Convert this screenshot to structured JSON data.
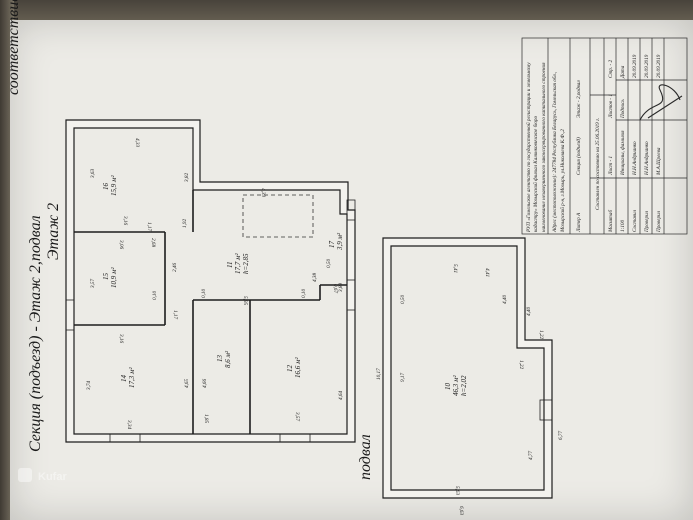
{
  "photo": {
    "watermark": "Kufar"
  },
  "plan": {
    "header_cut": "соответствие помещений капитального строения",
    "title_line1": "Секция (подъезд) -  Этаж 2,подвал",
    "title_line2": "Этаж 2",
    "basement_title": "подвал",
    "rooms": [
      {
        "id": "room-16",
        "num": "16",
        "area": "15,9 м²"
      },
      {
        "id": "room-15",
        "num": "15",
        "area": "10,9 м²"
      },
      {
        "id": "room-14",
        "num": "14",
        "area": "17,3 м²"
      },
      {
        "id": "room-13",
        "num": "13",
        "area": "8,6 м²"
      },
      {
        "id": "room-12",
        "num": "12",
        "area": "16,6 м²"
      },
      {
        "id": "room-11",
        "num": "11",
        "area": "17,7 м²",
        "h": "h=2,85"
      },
      {
        "id": "room-17",
        "num": "17",
        "area": "3,9 м²"
      },
      {
        "id": "room-10",
        "num": "10",
        "area": "46,3 м²",
        "h": "h=2,02"
      }
    ],
    "dims": {
      "d433a": "4,33",
      "d363": "3,63",
      "d382": "3,82",
      "d316a": "3,16",
      "d117a": "1,17",
      "d192": "1,92",
      "d433b": "4,33",
      "d268": "2,68",
      "d306": "3,06",
      "d357": "3,57",
      "d246": "2,46",
      "d010a": "0,10",
      "d010b": "0,10",
      "d010c": "0,10",
      "d595": "5,95",
      "d438": "4,38",
      "d389": "3,89",
      "d050": "0,50",
      "d067": "0,67",
      "d117b": "1,17",
      "d316b": "3,16",
      "d374": "3,74",
      "d465": "4,65",
      "d466": "4,66",
      "d185": "1,85",
      "d334": "3,34",
      "d357b": "3,57",
      "d464": "4,64",
      "d1017": "10,17",
      "d541": "5,41",
      "d441": "4,41",
      "d917": "9,17",
      "d440": "4,40",
      "d122a": "1,22",
      "d122b": "1,22",
      "d477": "4,77",
      "d563": "5,63",
      "d677": "6,77",
      "d663": "6,63",
      "d050b": "0,50",
      "d440b": "4,40"
    }
  },
  "stamp": {
    "org_line1": "РУП «Гомельское агентство по государственной регистрации и земельному",
    "org_line2": "кадастру» Мозырский филиал Калинковичское бюро",
    "object_line": "наименование незавершенного законсервированного капитального строения",
    "address_label": "Адрес (местоположение): 247784 Республика Беларусь, Гомельская обл.,",
    "address_line2": "Мозырский р-н, г.Мозырь, ул.Николаева К.Ф.,2",
    "liter": "Литер А",
    "section": "Секция (подъезд)",
    "floor": "Этаж - 2,подвал",
    "state": "Составлен по состоянию на 25.06.2019 г.",
    "scale_label": "Масштаб",
    "scale": "1:100",
    "sheet_label": "Лист - 1",
    "sheets_label": "Листов - 1",
    "page_label": "Стр. - 2",
    "positions_header": "Должность",
    "names_header": "Инициалы, фамилия",
    "sign_header": "Подпись",
    "date_header": "Дата",
    "row1_pos": "Составил",
    "row1_name": "Н.Н.Андрианко",
    "row1_date": "20.09.2019",
    "row2_pos": "Проверил",
    "row2_name": "Н.Н.Андрианко",
    "row2_date": "20.09.2019",
    "row3_pos": "Проверил",
    "row3_name": "М.А.Шреева",
    "row3_date": "20.09.2019"
  }
}
